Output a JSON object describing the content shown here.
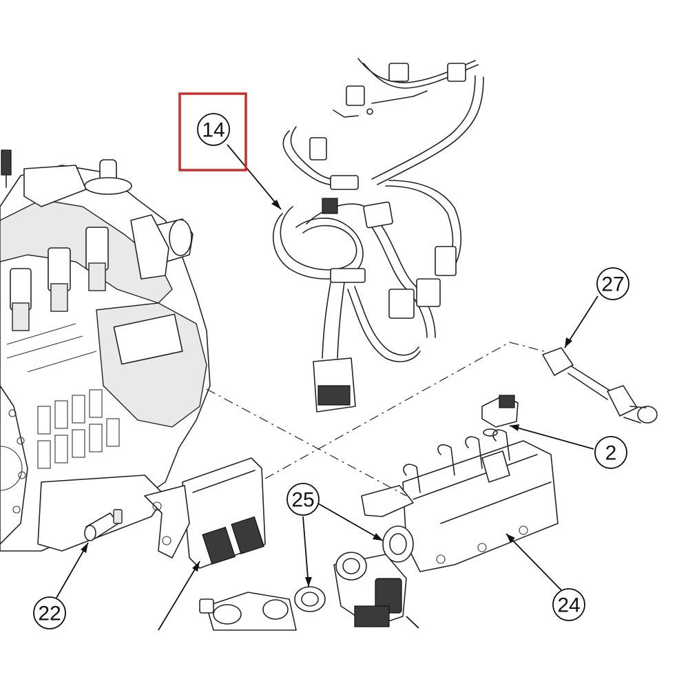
{
  "callouts": {
    "c14": "14",
    "c27": "27",
    "c2": "2",
    "c25": "25",
    "c22": "22",
    "c24": "24"
  },
  "colors": {
    "line": "#222222",
    "highlight": "#d42a2a",
    "background": "#ffffff"
  }
}
